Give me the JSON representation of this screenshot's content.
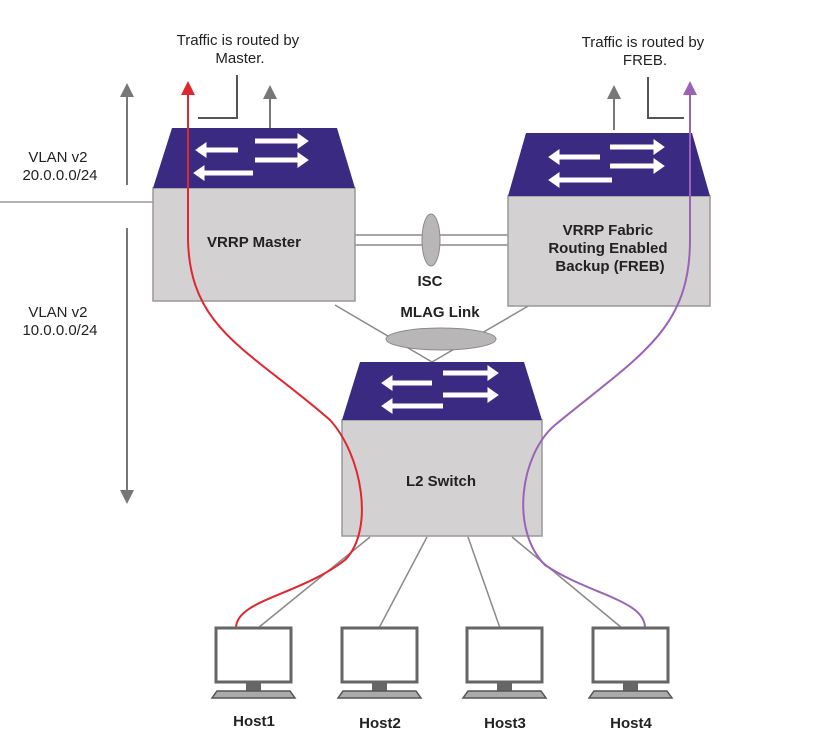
{
  "annotations": {
    "master_note": [
      "Traffic is routed by",
      "Master."
    ],
    "freb_note": [
      "Traffic is routed by",
      "FREB."
    ],
    "vlan_upper": [
      "VLAN v2",
      "20.0.0.0/24"
    ],
    "vlan_lower": [
      "VLAN v2",
      "10.0.0.0/24"
    ],
    "isc": "ISC",
    "mlag": "MLAG Link"
  },
  "devices": {
    "master": {
      "label": [
        "VRRP Master"
      ]
    },
    "freb": {
      "label": [
        "VRRP Fabric",
        "Routing Enabled",
        "Backup (FREB)"
      ]
    },
    "l2switch": {
      "label": [
        "L2 Switch"
      ]
    }
  },
  "hosts": [
    "Host1",
    "Host2",
    "Host3",
    "Host4"
  ],
  "colors": {
    "switch_top": "#3b2a82",
    "switch_body": "#d4d1d2",
    "switch_border": "#9a9799",
    "master_path": "#e0262e",
    "freb_path": "#9a63b8",
    "link": "#8a8a8a",
    "ellipse": "#b9b6b8"
  }
}
